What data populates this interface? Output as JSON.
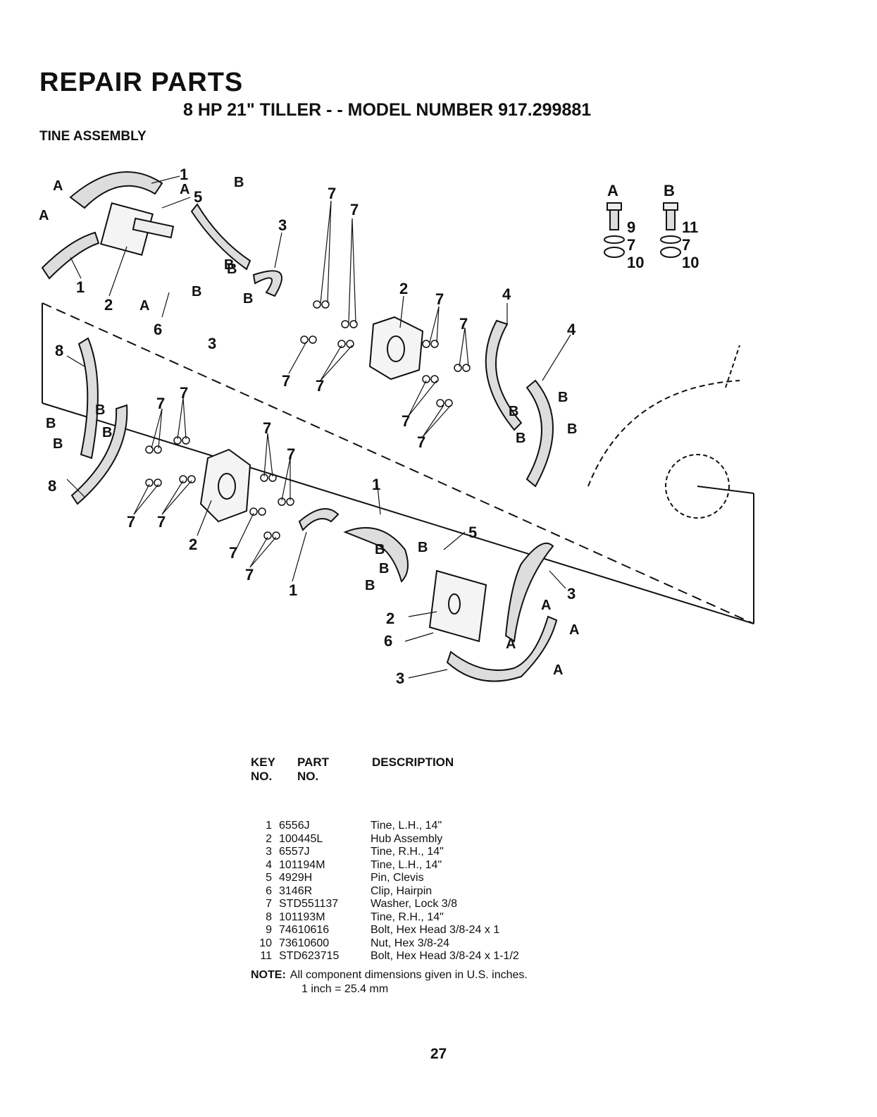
{
  "header": {
    "title": "REPAIR PARTS",
    "subtitle": "8 HP 21\" TILLER - - MODEL NUMBER 917.299881",
    "section": "TINE ASSEMBLY"
  },
  "diagram": {
    "hardware_labels": [
      "A",
      "B"
    ]
  },
  "parts_list": {
    "columns": {
      "key_line1": "KEY",
      "key_line2": "NO.",
      "part_line1": "PART",
      "part_line2": "NO.",
      "description": "DESCRIPTION"
    },
    "rows": [
      {
        "key": "1",
        "part": "6556J",
        "description": "Tine, L.H., 14\""
      },
      {
        "key": "2",
        "part": "100445L",
        "description": "Hub Assembly"
      },
      {
        "key": "3",
        "part": "6557J",
        "description": "Tine, R.H., 14\""
      },
      {
        "key": "4",
        "part": "101194M",
        "description": "Tine, L.H., 14\""
      },
      {
        "key": "5",
        "part": "4929H",
        "description": "Pin, Clevis"
      },
      {
        "key": "6",
        "part": "3146R",
        "description": "Clip, Hairpin"
      },
      {
        "key": "7",
        "part": "STD551137",
        "description": "Washer, Lock 3/8"
      },
      {
        "key": "8",
        "part": "101193M",
        "description": "Tine, R.H., 14\""
      },
      {
        "key": "9",
        "part": "74610616",
        "description": "Bolt, Hex Head 3/8-24 x 1"
      },
      {
        "key": "10",
        "part": "73610600",
        "description": "Nut, Hex 3/8-24"
      },
      {
        "key": "11",
        "part": "STD623715",
        "description": "Bolt, Hex Head 3/8-24 x 1-1/2"
      }
    ]
  },
  "note": {
    "label": "NOTE:",
    "line1": "All component dimensions given in U.S. inches.",
    "line2": "1 inch = 25.4 mm"
  },
  "page_number": "27"
}
